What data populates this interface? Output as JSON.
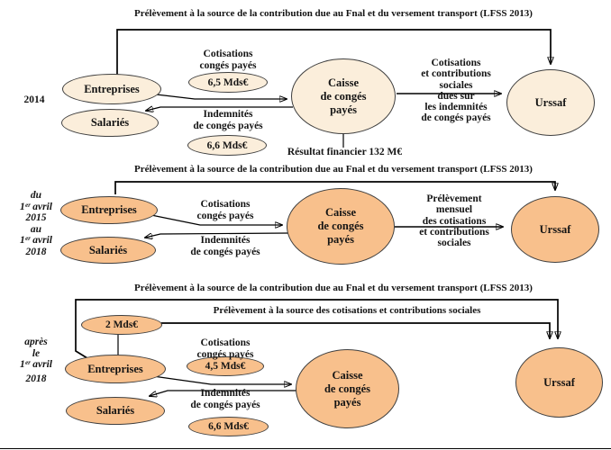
{
  "colors": {
    "light_fill": "#fbeedb",
    "dark_fill": "#f8c08c",
    "node_stroke": "#3f3f3f",
    "line": "#000000",
    "text": "#141414"
  },
  "sections": [
    {
      "period_lines": [
        "2014"
      ],
      "title": "Prélèvement à la source de la contribution due au Fnal et du versement transport (LFSS 2013)",
      "nodes": {
        "entreprises": "Entreprises",
        "salaries": "Salariés",
        "caisse_lines": [
          "Caisse",
          "de congés",
          "payés"
        ],
        "urssaf": "Urssaf",
        "amount_cotisations": "6,5 Mds€",
        "amount_indemnites": "6,6 Mds€"
      },
      "labels": {
        "cotisations": [
          "Cotisations",
          "congés payés"
        ],
        "indemnites": [
          "Indemnités",
          "de congés payés"
        ],
        "to_urssaf": [
          "Cotisations",
          "et contributions",
          "sociales",
          "dues sur",
          "les indemnités",
          "de congés payés"
        ],
        "resultat": "Résultat financier 132 M€"
      }
    },
    {
      "period_lines": [
        "du",
        "1ᵉʳ avril",
        "2015",
        "au",
        "1ᵉʳ avril",
        "2018"
      ],
      "title": "Prélèvement à la source de la contribution due au Fnal et du versement transport (LFSS 2013)",
      "nodes": {
        "entreprises": "Entreprises",
        "salaries": "Salariés",
        "caisse_lines": [
          "Caisse",
          "de congés",
          "payés"
        ],
        "urssaf": "Urssaf"
      },
      "labels": {
        "cotisations": [
          "Cotisations",
          "congés payés"
        ],
        "indemnites": [
          "Indemnités",
          "de congés payés"
        ],
        "to_urssaf": [
          "Prélèvement",
          "mensuel",
          "des cotisations",
          "et contributions",
          "sociales"
        ]
      }
    },
    {
      "period_lines": [
        "après",
        "le",
        "1ᵉʳ avril",
        "2018"
      ],
      "title": "Prélèvement à la source de la contribution due au Fnal et du versement transport (LFSS 2013)",
      "subtitle": "Prélèvement à la source des cotisations et contributions sociales",
      "nodes": {
        "entreprises": "Entreprises",
        "salaries": "Salariés",
        "caisse_lines": [
          "Caisse",
          "de congés",
          "payés"
        ],
        "urssaf": "Urssaf",
        "amount_direct": "2 Mds€",
        "amount_cotisations": "4,5 Mds€",
        "amount_indemnites": "6,6 Mds€"
      },
      "labels": {
        "cotisations": [
          "Cotisations",
          "congés payés"
        ],
        "indemnites": [
          "Indemnités",
          "de congés payés"
        ]
      }
    }
  ]
}
